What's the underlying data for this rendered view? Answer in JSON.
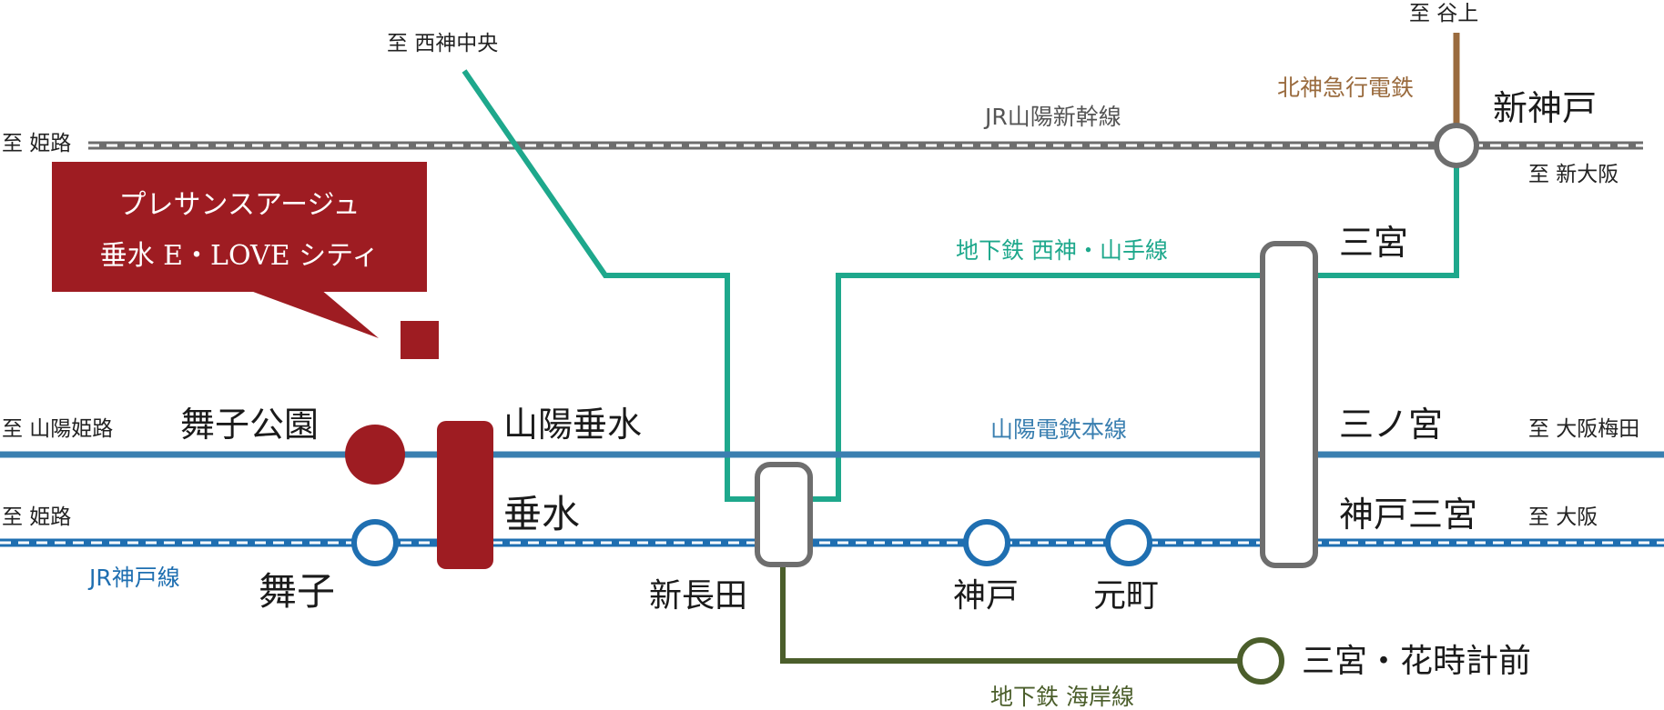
{
  "colors": {
    "shinkansen": "#6d6d6d",
    "subway_seishin": "#1ea88c",
    "hokushin": "#9a6b3e",
    "sanyo": "#3a7fb0",
    "jr_kobe": "#1f6fb1",
    "kaigan": "#4b5e2b",
    "highlight": "#9e1c22",
    "transfer_stroke": "#6e6e6e"
  },
  "callout": {
    "line1": "プレサンスアージュ",
    "line2": "垂水 E・LOVE シティ"
  },
  "lines": {
    "shinkansen": "JR山陽新幹線",
    "hokushin": "北神急行電鉄",
    "subway_seishin": "地下鉄 西神・山手線",
    "sanyo": "山陽電鉄本線",
    "jr_kobe": "JR神戸線",
    "kaigan": "地下鉄 海岸線"
  },
  "directions": {
    "nishishin_chuo": "至 西神中央",
    "tanigami": "至 谷上",
    "himeji_top": "至 姫路",
    "shin_osaka": "至 新大阪",
    "sanyo_himeji": "至 山陽姫路",
    "osaka_umeda": "至 大阪梅田",
    "himeji_bottom": "至 姫路",
    "osaka": "至 大阪"
  },
  "stations": {
    "shin_kobe": "新神戸",
    "sannomiya": "三宮",
    "sannomiya_sanyo": "三ノ宮",
    "kobe_sannomiya": "神戸三宮",
    "maiko_koen": "舞子公園",
    "sanyo_tarumi": "山陽垂水",
    "tarumi": "垂水",
    "maiko": "舞子",
    "shin_nagata": "新長田",
    "kobe": "神戸",
    "motomachi": "元町",
    "sannomiya_hanadokei": "三宮・花時計前"
  }
}
